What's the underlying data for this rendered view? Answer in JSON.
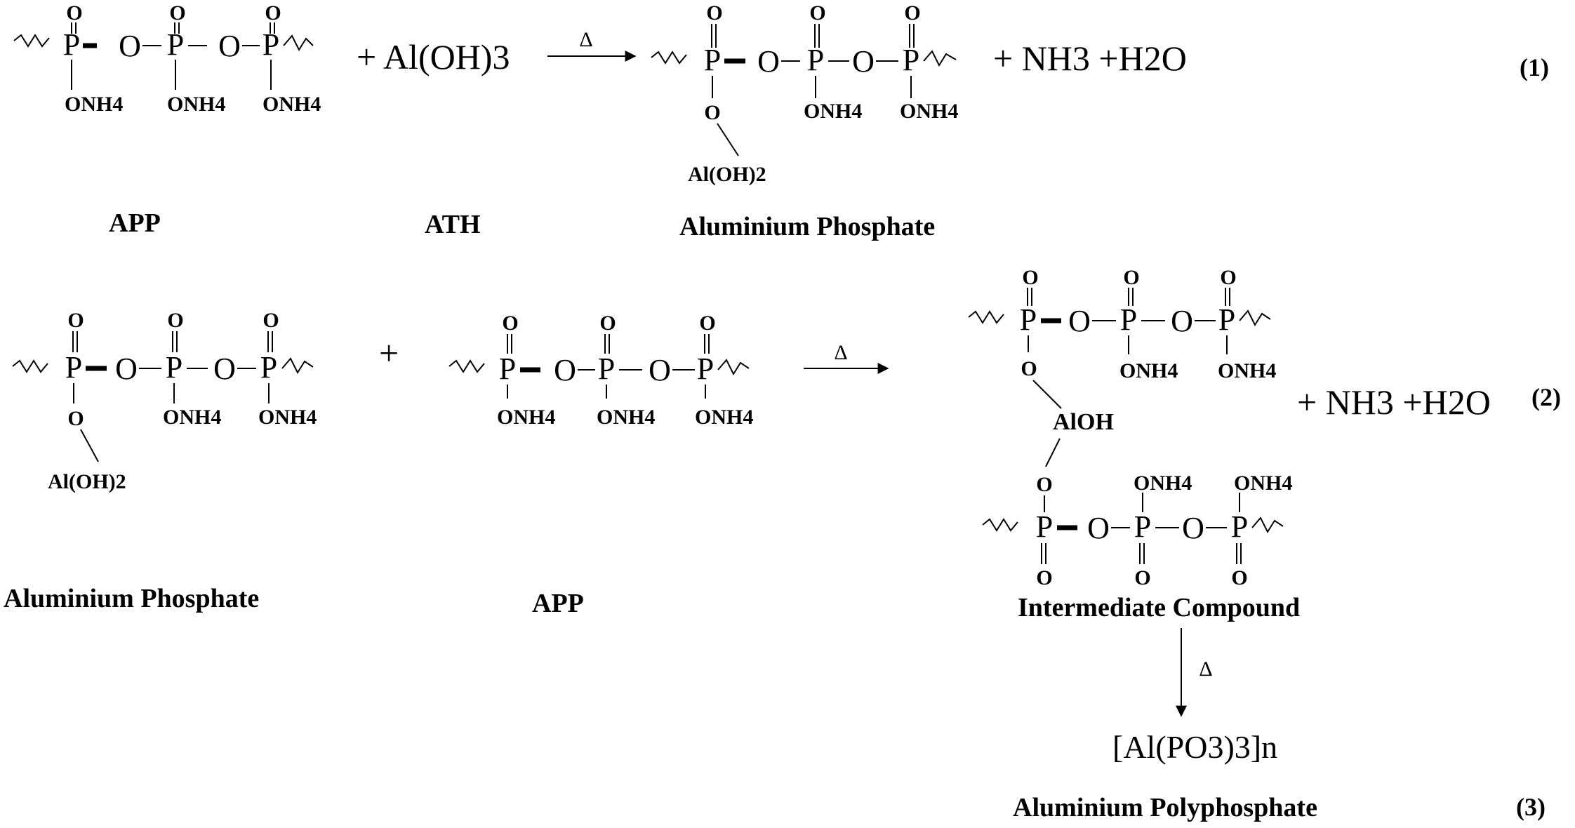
{
  "atoms": {
    "p": "P",
    "o": "O",
    "oxo": "O",
    "onh4": "ONH4",
    "al_oh2": "Al(OH)2",
    "al_oh": "AlOH"
  },
  "reaction1": {
    "reagent": "+ Al(OH)3",
    "heat": "Δ",
    "byproducts": "+ NH3 +H2O",
    "number": "(1)",
    "label_app": "APP",
    "label_ath": "ATH",
    "label_product": "Aluminium Phosphate"
  },
  "reaction2": {
    "plus": "+",
    "heat": "Δ",
    "byproducts": "+ NH3 +H2O",
    "number": "(2)",
    "label_reactant": "Aluminium Phosphate",
    "label_app": "APP",
    "label_product": "Intermediate Compound"
  },
  "reaction3": {
    "heat": "Δ",
    "product": "[Al(PO3)3]n",
    "label_product": "Aluminium Polyphosphate",
    "number": "(3)"
  }
}
